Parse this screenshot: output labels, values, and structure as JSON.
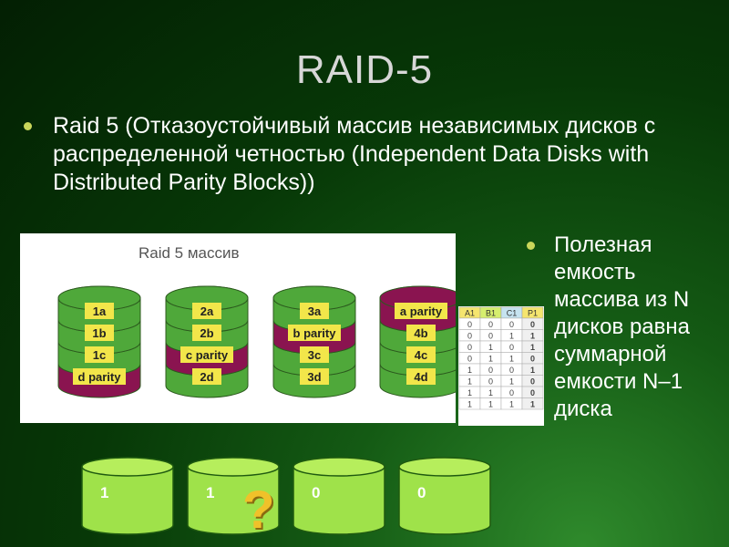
{
  "slide": {
    "title": "RAID-5",
    "bullet_main": "Raid 5 (Отказоустойчивый массив независимых дисков с распределенной четностью (Independent Data Disks with Distributed Parity Blocks))",
    "bullet_side": "Полезная емкость массива из N дисков равна суммарной емкости N–1 диска"
  },
  "diagram": {
    "title": "Raid 5 массив",
    "disks": [
      {
        "blocks": [
          {
            "label": "1a",
            "parity": false
          },
          {
            "label": "1b",
            "parity": false
          },
          {
            "label": "1c",
            "parity": false
          },
          {
            "label": "d parity",
            "parity": true
          }
        ]
      },
      {
        "blocks": [
          {
            "label": "2a",
            "parity": false
          },
          {
            "label": "2b",
            "parity": false
          },
          {
            "label": "c parity",
            "parity": true
          },
          {
            "label": "2d",
            "parity": false
          }
        ]
      },
      {
        "blocks": [
          {
            "label": "3a",
            "parity": false
          },
          {
            "label": "b parity",
            "parity": true
          },
          {
            "label": "3c",
            "parity": false
          },
          {
            "label": "3d",
            "parity": false
          }
        ]
      },
      {
        "blocks": [
          {
            "label": "a parity",
            "parity": true
          },
          {
            "label": "4b",
            "parity": false
          },
          {
            "label": "4c",
            "parity": false
          },
          {
            "label": "4d",
            "parity": false
          }
        ]
      }
    ],
    "colors": {
      "data": "#4fa83a",
      "parity": "#8a1450",
      "label_box": "#f2e64a"
    }
  },
  "parity_table": {
    "headers": [
      "A1",
      "B1",
      "C1",
      "P1"
    ],
    "rows": [
      [
        "0",
        "0",
        "0",
        "0"
      ],
      [
        "0",
        "0",
        "1",
        "1"
      ],
      [
        "0",
        "1",
        "0",
        "1"
      ],
      [
        "0",
        "1",
        "1",
        "0"
      ],
      [
        "1",
        "0",
        "0",
        "1"
      ],
      [
        "1",
        "0",
        "1",
        "0"
      ],
      [
        "1",
        "1",
        "0",
        "0"
      ],
      [
        "1",
        "1",
        "1",
        "1"
      ]
    ]
  },
  "bottom_disks": [
    "1",
    "1",
    "0",
    "0"
  ],
  "question_mark": "?"
}
